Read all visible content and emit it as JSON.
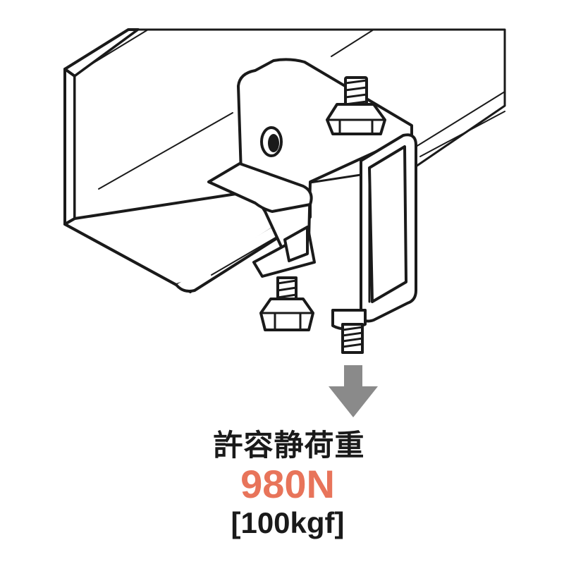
{
  "labels": {
    "load_title": "許容静荷重",
    "load_value": "980N",
    "load_value_alt": "[100kgf]"
  },
  "colors": {
    "line": "#1a1a1a",
    "arrow": "#8a8a8a",
    "value": "#e8745a",
    "background": "#ffffff"
  }
}
